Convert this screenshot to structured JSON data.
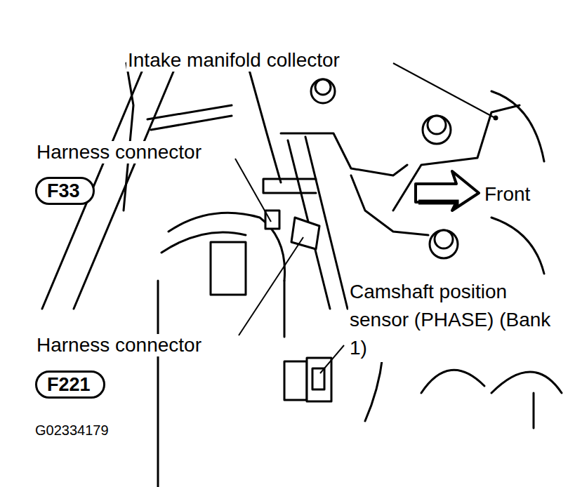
{
  "diagram": {
    "nodes": [
      {
        "text": [
          "F33"
        ]
      },
      {
        "text": [
          "F221"
        ]
      }
    ],
    "labels": [
      "Intake manifold collector",
      "Harness connector",
      "Front",
      "Harness connector",
      "Camshaft position sensor (PHASE) (Bank 1)",
      "G02334179"
    ]
  }
}
